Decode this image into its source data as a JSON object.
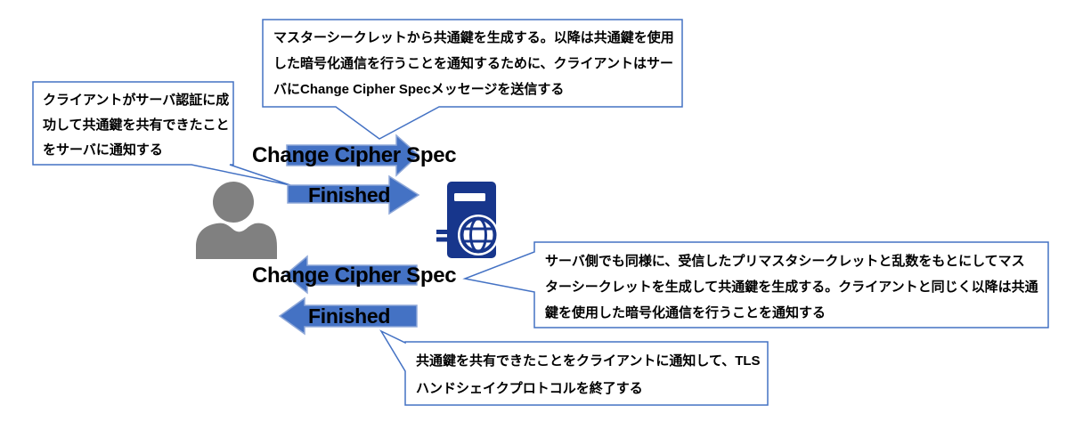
{
  "callouts": {
    "top": {
      "lines": [
        "マスターシークレットから共通鍵を生成する。以降は共通鍵を使用",
        "した暗号化通信を行うことを通知するために、クライアントはサー",
        "バにChange Cipher Specメッセージを送信する"
      ]
    },
    "left": {
      "lines": [
        "クライアントがサーバ認証に成",
        "功して共通鍵を共有できたこと",
        "をサーバに通知する"
      ]
    },
    "right": {
      "lines": [
        "サーバ側でも同様に、受信したプリマスタシークレットと乱数をもとにしてマス",
        "ターシークレットを生成して共通鍵を生成する。クライアントと同じく以降は共通",
        "鍵を使用した暗号化通信を行うことを通知する"
      ]
    },
    "bottom": {
      "lines": [
        "共通鍵を共有できたことをクライアントに通知して、TLS",
        "ハンドシェイクプロトコルを終了する"
      ]
    }
  },
  "messages": [
    {
      "label": "Change Cipher Spec",
      "direction": "right"
    },
    {
      "label": "Finished",
      "direction": "right"
    },
    {
      "label": "Change Cipher Spec",
      "direction": "left"
    },
    {
      "label": "Finished",
      "direction": "left"
    }
  ],
  "actors": {
    "client": "person-icon",
    "server": "server-globe-icon"
  },
  "colors": {
    "arrow_fill": "#4472C4",
    "arrow_outline": "#8FA8D8",
    "callout_border": "#4472C4",
    "callout_fill": "#FFFFFF",
    "server_icon": "#17368C",
    "client_icon": "#808080",
    "label_text": "#000000",
    "background": "#FFFFFF"
  }
}
